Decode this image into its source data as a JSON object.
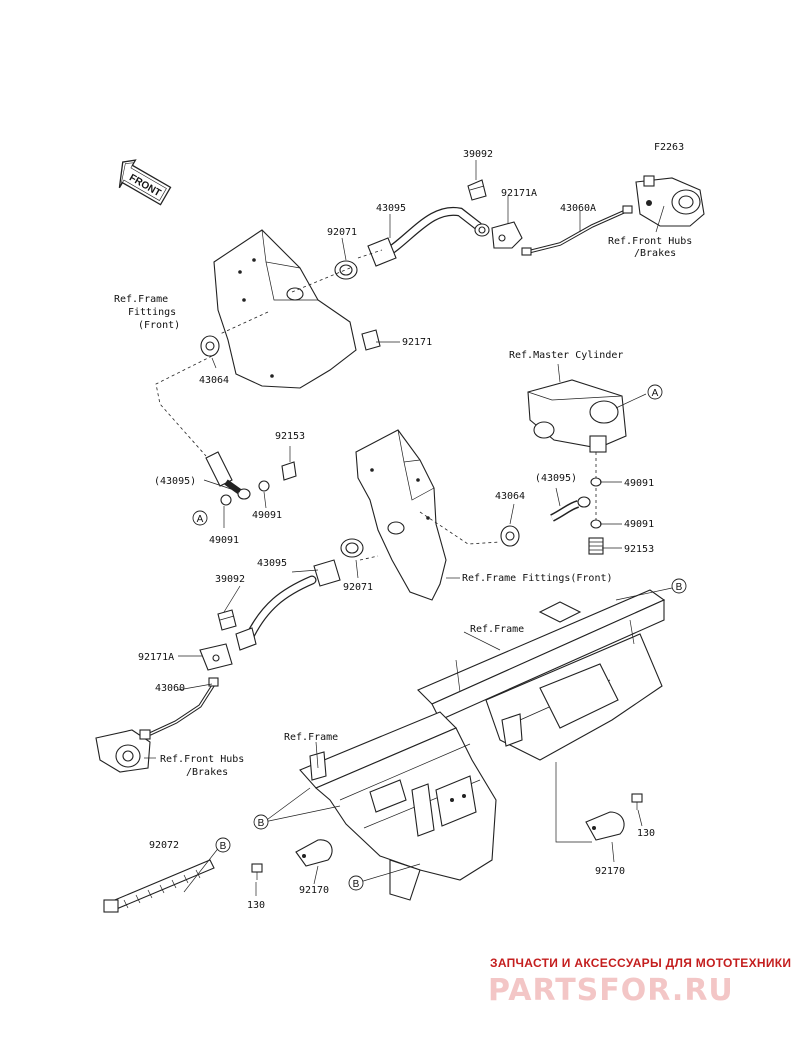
{
  "figure_code": "F2263",
  "front_arrow_label": "FRONT",
  "watermark": {
    "line1": "ЗАПЧАСТИ И АКСЕССУАРЫ ДЛЯ МОТОТЕХНИКИ",
    "line2": "PARTSFOR.RU"
  },
  "callouts": {
    "a": "A",
    "b": "B"
  },
  "parts": {
    "p39092_top": "39092",
    "p92171a_top": "92171A",
    "p43060a": "43060A",
    "p43095_top": "43095",
    "p92071_top": "92071",
    "p92171": "92171",
    "p43064_left": "43064",
    "p92153_left": "92153",
    "p43095_paren_left": "(43095)",
    "p49091_left_a": "49091",
    "p49091_left_b": "49091",
    "p49091_right_a": "49091",
    "p49091_right_b": "49091",
    "p43095_paren_right": "(43095)",
    "p43064_right": "43064",
    "p92153_right": "92153",
    "p43095_mid": "43095",
    "p39092_mid": "39092",
    "p92071_mid": "92071",
    "p92171a_mid": "92171A",
    "p43060": "43060",
    "p92072": "92072",
    "p130_left": "130",
    "p92170_left": "92170",
    "p130_right": "130",
    "p92170_right": "92170"
  },
  "refs": {
    "frame_fittings_front_l1": "Ref.Frame",
    "frame_fittings_front_l2": "Fittings",
    "frame_fittings_front_l3": "(Front)",
    "front_hubs_top_l1": "Ref.Front Hubs",
    "front_hubs_top_l2": "/Brakes",
    "master_cylinder": "Ref.Master Cylinder",
    "frame_fittings_front_inline": "Ref.Frame Fittings(Front)",
    "frame_upper": "Ref.Frame",
    "frame_lower": "Ref.Frame",
    "front_hubs_bottom_l1": "Ref.Front Hubs",
    "front_hubs_bottom_l2": "/Brakes"
  }
}
